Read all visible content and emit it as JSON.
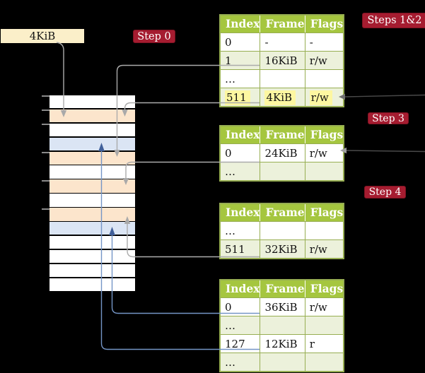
{
  "labels": {
    "frame_size": "4KiB",
    "step0": "Step 0",
    "steps12": "Steps 1&2",
    "step3": "Step 3",
    "step4": "Step 4"
  },
  "table_headers": [
    "Index",
    "Frame",
    "Flags"
  ],
  "tables": {
    "t1": {
      "rows": [
        {
          "index": "0",
          "frame": "-",
          "flags": "-"
        },
        {
          "index": "1",
          "frame": "16KiB",
          "flags": "r/w"
        },
        {
          "index": "…",
          "frame": "",
          "flags": ""
        },
        {
          "index": "511",
          "frame": "4KiB",
          "flags": "r/w"
        }
      ]
    },
    "t2": {
      "rows": [
        {
          "index": "0",
          "frame": "24KiB",
          "flags": "r/w"
        },
        {
          "index": "…",
          "frame": "",
          "flags": ""
        }
      ]
    },
    "t3": {
      "rows": [
        {
          "index": "…",
          "frame": "",
          "flags": ""
        },
        {
          "index": "511",
          "frame": "32KiB",
          "flags": "r/w"
        }
      ]
    },
    "t4": {
      "rows": [
        {
          "index": "0",
          "frame": "36KiB",
          "flags": "r/w"
        },
        {
          "index": "…",
          "frame": "",
          "flags": ""
        },
        {
          "index": "127",
          "frame": "12KiB",
          "flags": "r"
        },
        {
          "index": "…",
          "frame": "",
          "flags": ""
        }
      ]
    }
  },
  "memory": {
    "frame_colors": [
      "white",
      "peach",
      "white",
      "blue",
      "peach",
      "white",
      "peach",
      "white",
      "peach",
      "blue",
      "white",
      "white",
      "white",
      "white"
    ]
  },
  "colors": {
    "background": "#000000",
    "badge_red": "#A51C30",
    "table_header_green": "#A5C63F",
    "table_row_tint": "#ECF1DB",
    "table_border_olive": "#97AE52",
    "highlight_yellow": "#FDF7A1",
    "frame_peach": "#FCE5CC",
    "frame_blue": "#DBE5F4",
    "label_cream": "#FBEFC9",
    "gray_arrow": "#ABABAB",
    "blue_arrow": "#7495C6"
  }
}
